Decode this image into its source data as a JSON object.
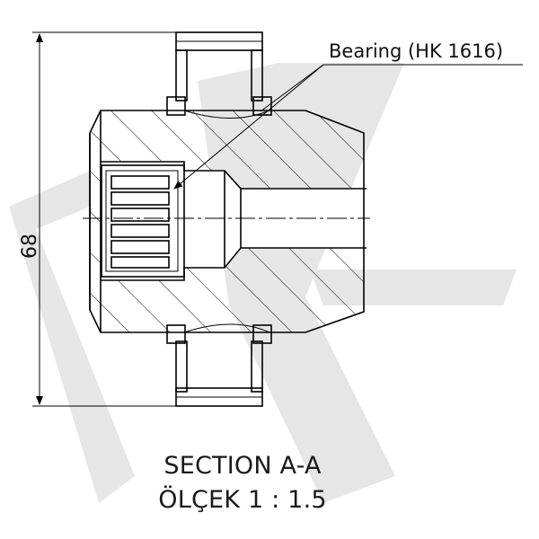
{
  "drawing": {
    "callout_label": "Bearing (HK 1616)",
    "dimension_value": "68",
    "section_title": "SECTION A-A",
    "scale_label": "ÖLÇEK 1 : 1.5",
    "watermark_color": "#e6e6e6",
    "line_color": "#000000"
  }
}
